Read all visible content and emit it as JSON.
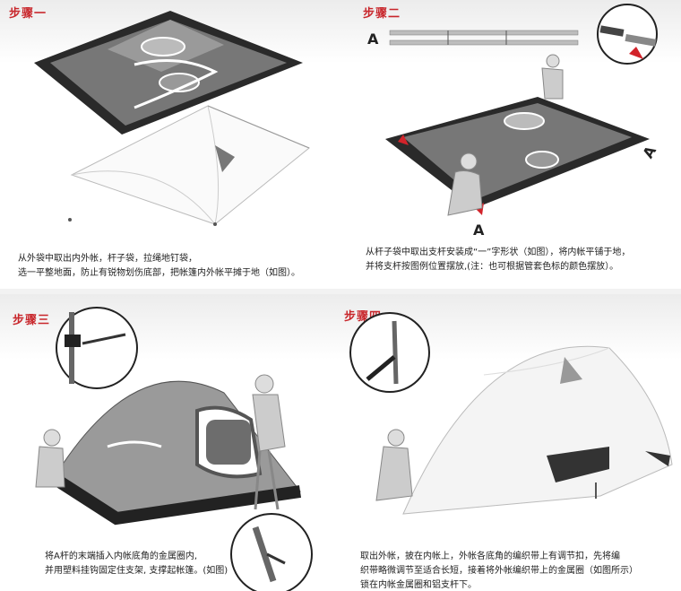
{
  "steps": [
    {
      "title": "步骤一",
      "lines": [
        "从外袋中取出内外帐，杆子袋，拉绳地钉袋，",
        "选一平整地面，防止有锐物划伤底部，把帐篷内外帐平摊于地（如图）。"
      ]
    },
    {
      "title": "步骤二",
      "marker_a": "A",
      "lines": [
        "从杆子袋中取出支杆安装成“一”字形状（如图），将内帐平铺于地，",
        "并将支杆按图例位置摆放,(注：也可根据管套色标的颜色摆放）。"
      ]
    },
    {
      "title": "步骤三",
      "lines": [
        "将A杆的末端插入内帐底角的金属圈内,",
        "并用塑料挂钩固定住支架, 支撑起帐篷。(如图)"
      ]
    },
    {
      "title": "步骤四",
      "lines": [
        "取出外帐，披在内帐上，外帐各底角的编织带上有调节扣，先将编",
        "织带略微调节至适合长短，接着将外帐编织带上的金属圈（如图所示）",
        "锁在内帐金属圈和铝支杆下。"
      ]
    }
  ],
  "colors": {
    "title_red": "#c8262b",
    "tent_dark": "#2a2a2a",
    "mesh_gray": "#6f6f6f",
    "arrow_red": "#d2232a"
  }
}
